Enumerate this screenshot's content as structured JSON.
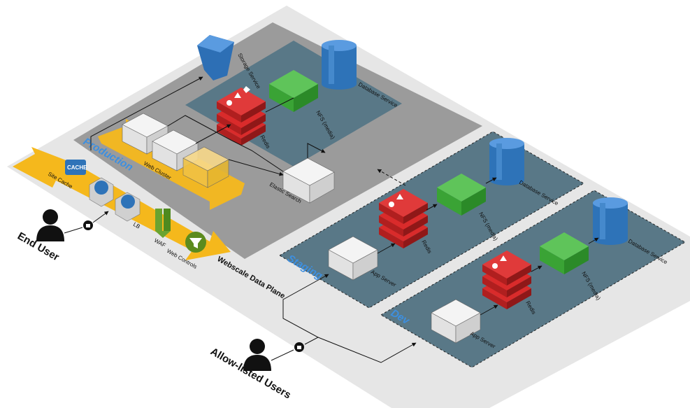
{
  "environments": {
    "production": "Production",
    "staging": "Staging",
    "dev": "Dev"
  },
  "production": {
    "storage_service": "Storage Service",
    "database_service": "Database Service",
    "nfs": "NFS (media)",
    "redis": "Redis",
    "web_cluster": "Web Cluster",
    "elastic_search": "Elastic Search"
  },
  "staging": {
    "database_service": "Database Service",
    "nfs": "NFS (media)",
    "redis": "Redis",
    "app_server": "App Server"
  },
  "dev": {
    "database_service": "Database Service",
    "nfs": "NFS (media)",
    "redis": "Redis",
    "app_server": "App Server"
  },
  "data_plane": {
    "title": "Webscale Data Plane",
    "site_cache": "Site Cache",
    "cache_badge": "CACHE",
    "lb": "LB",
    "waf": "WAF",
    "web_controls": "Web Controls"
  },
  "users": {
    "end_user": "End User",
    "allow_listed": "Allow-listed Users"
  },
  "colors": {
    "outer_platform": "#e6e6e6",
    "production_area": "#9b9b9b",
    "env_panel": "#597887",
    "data_plane_band": "#f5b81c",
    "redis": "#d92b2b",
    "nfs": "#3aa335",
    "database": "#2e73b8",
    "storage": "#2d6fb5",
    "cube_white": "#f2f2f2",
    "env_label": "#3d8fe0"
  }
}
